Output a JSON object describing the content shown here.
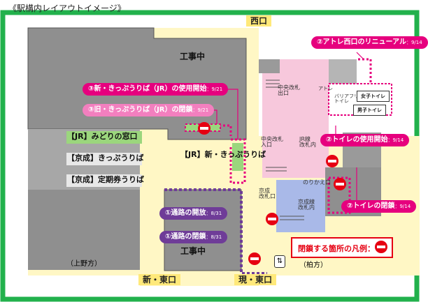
{
  "title": "《駅構内レイアウトイメージ》",
  "gates": {
    "west": "西口",
    "new_east": "新・東口",
    "current_east": "現・東口"
  },
  "directions": {
    "ueno": "（上野方）",
    "kashiwa": "（柏方）"
  },
  "areas": {
    "construction_top": "工事中",
    "construction_bottom": "工事中",
    "jr_midori": "【JR】みどりの窓口",
    "keisei_ticket": "【京成】きっぷうりば",
    "keisei_teiki": "【京成】定期券うりば",
    "jr_new_ticket": "【JR】新・きっぷうりば"
  },
  "small_labels": {
    "chuo_exit": "中央改札\n出口",
    "chuo_entrance": "中央改札\n入口",
    "jr_gate": "JR線\n改札内",
    "keisei_gate_outer": "京成\n改札口",
    "keisei_inside": "京成線\n改札内",
    "transfer": "のりかえ口",
    "atre": "アトレ",
    "barrier_free": "バリアフリー\nトイレ",
    "women_toilet": "女子トイレ",
    "men_toilet": "男子トイレ"
  },
  "notices": [
    {
      "label": "②アトレ西口のリニューアル",
      "date": "：9/14",
      "style": "pink"
    },
    {
      "label": "③新・きっぷうりば（JR）の使用開始",
      "date": "：9/21",
      "style": "pink"
    },
    {
      "label": "③旧・きっぷうりば（JR）の閉鎖",
      "date": "：9/21",
      "style": "light"
    },
    {
      "label": "②トイレの使用開始",
      "date": "：9/14",
      "style": "pink"
    },
    {
      "label": "②トイレの閉鎖",
      "date": "：9/14",
      "style": "pink"
    },
    {
      "label": "①通路の開放",
      "date": "：8/31",
      "style": "purple"
    },
    {
      "label": "①通路の閉鎖",
      "date": "：8/31",
      "style": "purple"
    }
  ],
  "legend": {
    "label": "閉鎖する箇所の凡例："
  },
  "icons": [
    "no-entry-icon",
    "elevator-icon"
  ],
  "colors": {
    "border": "#22b14c",
    "pink": "#e6007e",
    "purple": "#6f3c98",
    "closure_red": "#e60012"
  }
}
